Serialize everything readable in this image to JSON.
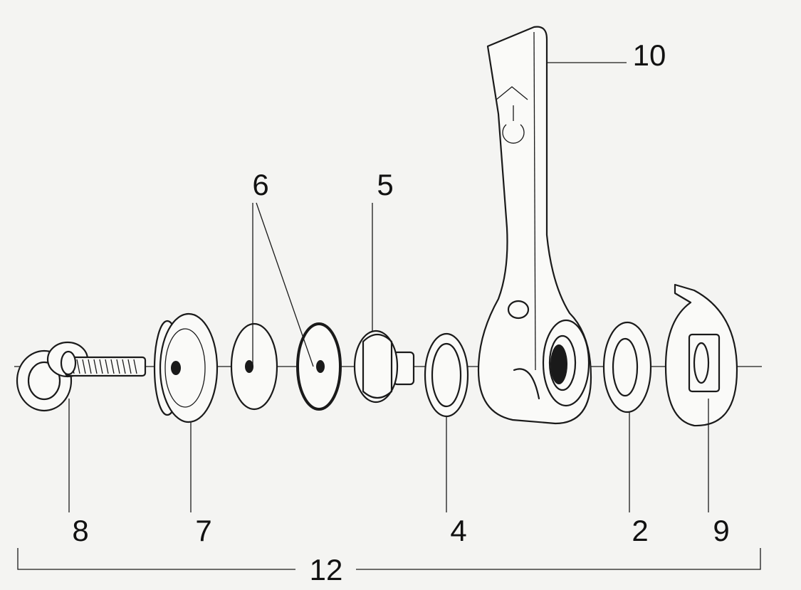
{
  "diagram": {
    "type": "exploded-parts-view",
    "labels": {
      "lever": "10",
      "washers": "6",
      "bushing": "5",
      "wing_bolt": "8",
      "cap": "7",
      "spring_washer": "4",
      "washer": "2",
      "clip": "9",
      "assembly": "12"
    },
    "colors": {
      "line": "#1a1a1a",
      "paper": "#f4f4f2"
    }
  }
}
